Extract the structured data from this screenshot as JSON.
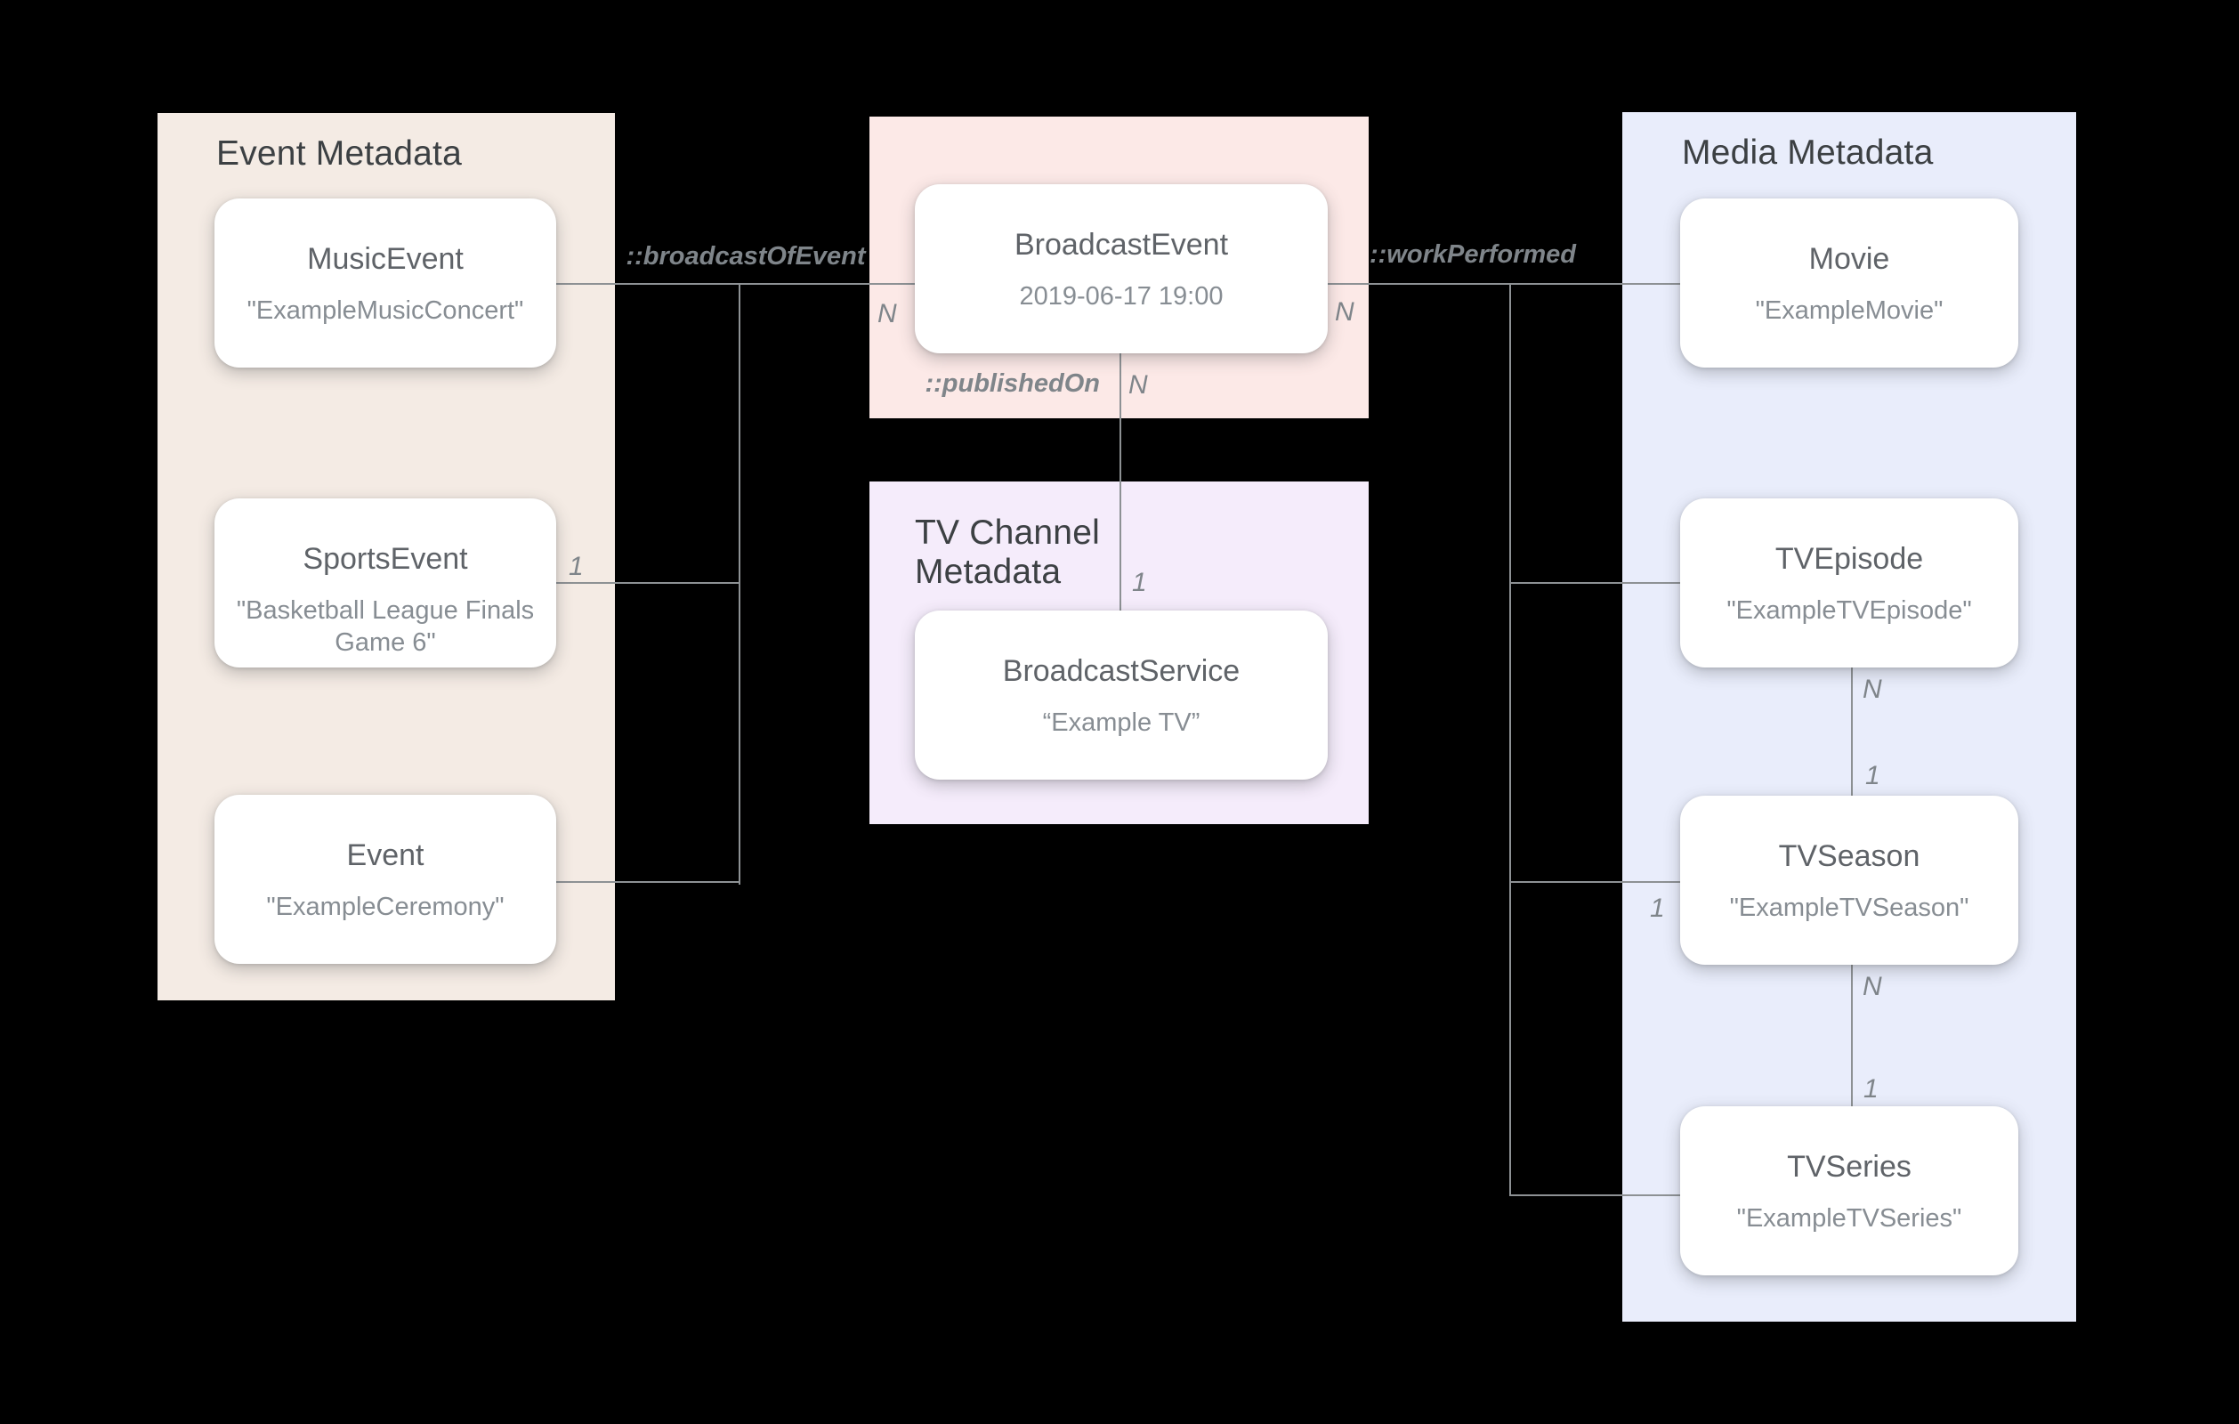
{
  "diagram": {
    "panels": {
      "event": {
        "title": "Event Metadata"
      },
      "tv_channel": {
        "title": "TV Channel\nMetadata"
      },
      "media": {
        "title": "Media Metadata"
      }
    },
    "nodes": {
      "music_event": {
        "name": "MusicEvent",
        "value": "\"ExampleMusicConcert\""
      },
      "sports_event": {
        "name": "SportsEvent",
        "value": "\"Basketball League Finals Game 6\""
      },
      "event": {
        "name": "Event",
        "value": "\"ExampleCeremony\""
      },
      "broadcast_event": {
        "name": "BroadcastEvent",
        "value": "2019-06-17 19:00"
      },
      "broadcast_service": {
        "name": "BroadcastService",
        "value": "“Example TV”"
      },
      "movie": {
        "name": "Movie",
        "value": "\"ExampleMovie\""
      },
      "tv_episode": {
        "name": "TVEpisode",
        "value": "\"ExampleTVEpisode\""
      },
      "tv_season": {
        "name": "TVSeason",
        "value": "\"ExampleTVSeason\""
      },
      "tv_series": {
        "name": "TVSeries",
        "value": "\"ExampleTVSeries\""
      }
    },
    "edge_labels": {
      "broadcast_of_event": "::broadcastOfEvent",
      "work_performed": "::workPerformed",
      "published_on": "::publishedOn"
    },
    "cardinalities": {
      "music_to_broadcast_n": "N",
      "sports_branch_1": "1",
      "broadcast_to_movie_n": "N",
      "published_on_n": "N",
      "broadcast_service_1": "1",
      "episode_season_n": "N",
      "episode_season_1": "1",
      "season_branch_1": "1",
      "season_series_n": "N",
      "season_series_1": "1"
    },
    "colors": {
      "background": "#000000",
      "event_panel": "#f4ebe4",
      "broadcast_panel": "#fce9e7",
      "tv_channel_panel": "#f5ecfb",
      "media_panel": "#e9edfb",
      "node_background": "#ffffff",
      "connector_line": "#8d9194",
      "panel_title_text": "#3c4043",
      "node_name_text": "#5f6368",
      "node_value_text": "#878d93",
      "edge_label_text": "#7f858a"
    }
  }
}
